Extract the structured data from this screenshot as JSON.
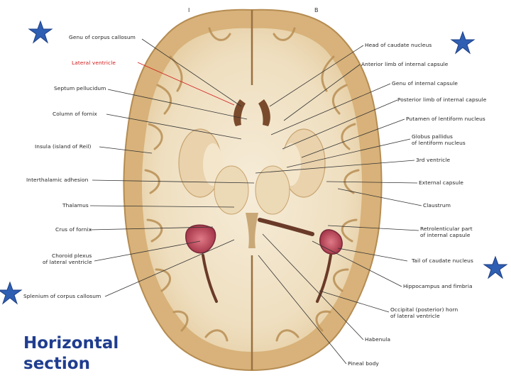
{
  "title_lines": [
    "Horizontal",
    "section"
  ],
  "orientation": {
    "left": "I",
    "right": "B"
  },
  "accent_color": "#1f3d8f",
  "star_color": "#2f5fb3",
  "highlight_color": "#d21a1a",
  "labels_left": [
    "Genu of corpus callosum",
    "Lateral ventricle",
    "Septum pellucidum",
    "Column of fornix",
    "Insula (island of Reil)",
    "Interthalamic adhesion",
    "Thalamus",
    "Crus of fornix",
    "Choroid plexus",
    "of lateral ventricle",
    "Splenium of corpus callosum"
  ],
  "labels_right": [
    "Head of caudate nucleus",
    "Anterior limb of internal capsule",
    "Genu of internal capsule",
    "Posterior limb of internal capsule",
    "Putamen of lentiform nucleus",
    "Globus pallidus",
    "of lentiform nucleus",
    "3rd ventricle",
    "External capsule",
    "Claustrum",
    "Retrolenticular part",
    "of internal capsule",
    "Tail of caudate nucleus",
    "Hippocampus and fimbria",
    "Occipital (posterior) horn",
    "of lateral ventricle",
    "Habenula",
    "Pineal body"
  ]
}
